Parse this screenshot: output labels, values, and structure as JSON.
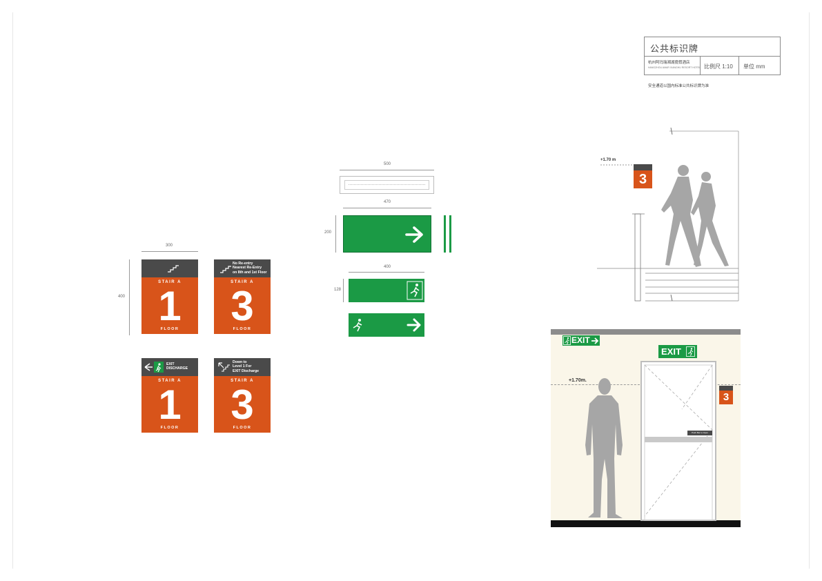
{
  "title_block": {
    "title": "公共标识牌",
    "project_cn": "杭州阿玛瑞湘湖度假酒店",
    "project_en": "HANGZHOU AMAR XIANGHU RESORT HOTEL",
    "scale": "比例尺  1:10",
    "unit": "单位  mm"
  },
  "note": "安全通道以国内标准公共标识牌为准",
  "stair_signs": [
    {
      "stair": "STAIR A",
      "number": "1",
      "floor": "FLOOR",
      "message": []
    },
    {
      "stair": "STAIR A",
      "number": "3",
      "floor": "FLOOR",
      "message": [
        "No Re-entry",
        "Nearest Re-Entry",
        "on 8th and 1st Floor"
      ]
    },
    {
      "stair": "STAIR A",
      "number": "1",
      "floor": "FLOOR",
      "message": [
        "EXIT",
        "DISCHARGE"
      ]
    },
    {
      "stair": "STAIR A",
      "number": "3",
      "floor": "FLOOR",
      "message": [
        "Down to",
        "Level 1 For",
        "EXIT Discharge"
      ]
    }
  ],
  "dims": {
    "stair_width": "300",
    "stair_height": "400",
    "exit_top_width": "500",
    "exit_large_width": "470",
    "exit_large_height": "200",
    "exit_small_width": "400",
    "exit_small_height": "128"
  },
  "elevation": {
    "height_label": "+1.70 m",
    "height_label_2": "+1.70m.",
    "sign_number": "3",
    "exit_wall": "EXIT",
    "exit_door": "EXIT",
    "door_plate": "Push Bar to Open"
  },
  "colors": {
    "orange": "#d8541a",
    "charcoal": "#4a4a4a",
    "green": "#1b9a45",
    "wall": "#faf6e9"
  }
}
